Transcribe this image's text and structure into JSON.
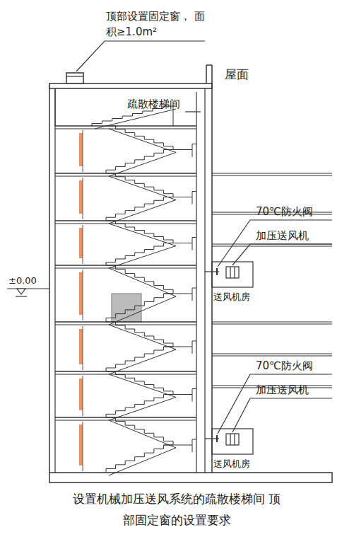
{
  "diagram": {
    "caption": "设置机械加压送风系统的疏散楼梯间 顶部固定窗的设置要求",
    "labels": [
      "顶部设置固定窗， 面积≥1.0m²",
      "疏散楼梯间",
      "屋面",
      "70℃防火阀",
      "加压送风机",
      "送风机房",
      "±0.00",
      "70℃防火阀",
      "加压送风机",
      "送风机房"
    ]
  }
}
